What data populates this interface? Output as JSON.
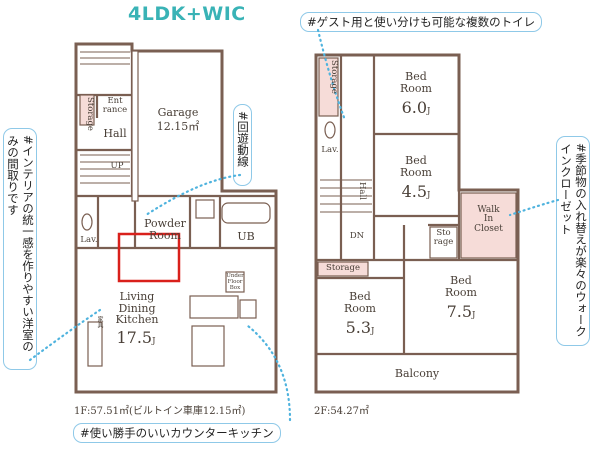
{
  "title": "4LDK+WIC",
  "tags": {
    "toilets": "#ゲスト用と使い分けも可能な複数のトイレ",
    "kitchen": "#使い勝手のいいカウンターキッチン",
    "interior": "#インテリアの統一感を作りやすい洋室のみの間取りです",
    "circulation": "#回遊動線",
    "wic": "#季節物の入れ替えが楽々のウォークインクローゼット"
  },
  "floor1": {
    "caption": "1F:57.51㎡(ビルトイン車庫12.15㎡)",
    "rooms": {
      "storage": "Storage",
      "entrance": "Ent\nrance",
      "hall": "Hall",
      "up": "UP",
      "lav": "Lav.",
      "garage": "Garage",
      "garage_area": "12.15㎡",
      "powder_room": "Powder\nRoom",
      "ub": "UB",
      "ldk": "Living\nDining\nKitchen",
      "ldk_area": "17.5",
      "ldk_unit": "J",
      "under_floor": "Under\nFloor\nBox",
      "furniture": "家具"
    }
  },
  "floor2": {
    "caption": "2F:54.27㎡",
    "rooms": {
      "storage_top": "Storage",
      "bed1": "Bed\nRoom",
      "bed1_area": "6.0",
      "bed1_unit": "J",
      "lav": "Lav.",
      "bed2": "Bed\nRoom",
      "bed2_area": "4.5",
      "bed2_unit": "J",
      "hall": "Hall",
      "dn": "DN",
      "wic": "Walk\nIn\nCloset",
      "storage_small": "Sto\nrage",
      "storage_mid": "Storage",
      "bed3": "Bed\nRoom",
      "bed3_area": "5.3",
      "bed3_unit": "J",
      "bed4": "Bed\nRoom",
      "bed4_area": "7.5",
      "bed4_unit": "J",
      "balcony": "Balcony"
    }
  },
  "colors": {
    "wall": "#7a5f52",
    "floor": "#ffffff",
    "accent_pink": "#f6dcd8",
    "highlight_red": "#d9201b",
    "tag_border": "#8fc9e8",
    "dotted_arrow": "#4fb3de",
    "title": "#39b3b6"
  }
}
